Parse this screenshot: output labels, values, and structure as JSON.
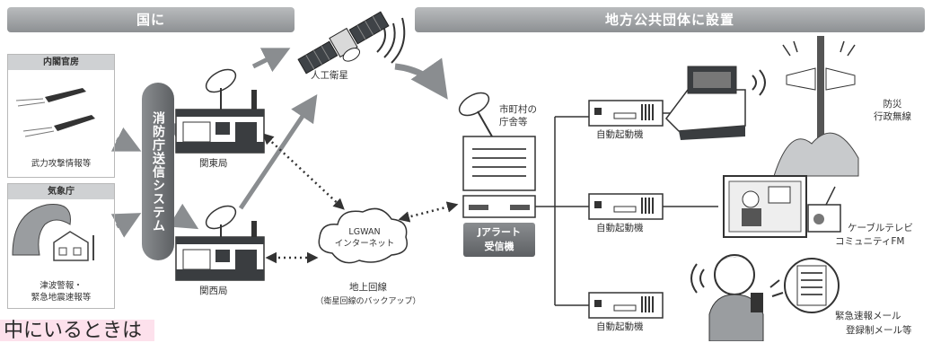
{
  "banners": {
    "national": "国に",
    "local": "地方公共団体に設置"
  },
  "panels": {
    "cabinet": {
      "title": "内閣官房",
      "caption": "武力攻撃情報等"
    },
    "jma": {
      "title": "気象庁",
      "caption_line1": "津波警報・",
      "caption_line2": "緊急地震速報等"
    }
  },
  "system_label": "消防庁送信システム",
  "stations": {
    "kanto": "関東局",
    "kansai": "関西局"
  },
  "satellite_label": "人工衛星",
  "lgwan": {
    "line1": "LGWAN",
    "line2": "インターネット"
  },
  "ground_line": {
    "line1": "地上回線",
    "line2": "（衛星回線のバックアップ）"
  },
  "municipal": {
    "line1": "市町村の",
    "line2": "庁舎等"
  },
  "jalert": {
    "line1": "Jアラート",
    "line2": "受信機"
  },
  "auto_start_label": "自動起動機",
  "outputs": {
    "radio": {
      "line1": "防災",
      "line2": "行政無線"
    },
    "cable": {
      "line1": "ケーブルテレビ",
      "line2": "コミュニティFM"
    },
    "mail": {
      "line1": "緊急速報メール",
      "line2": "登録制メール等"
    }
  },
  "bottom_text": "中にいるときは",
  "colors": {
    "banner": "#8d9093",
    "pill": "#6a6d70",
    "highlight": "#fde1ec",
    "arrow": "#8a8d90"
  }
}
